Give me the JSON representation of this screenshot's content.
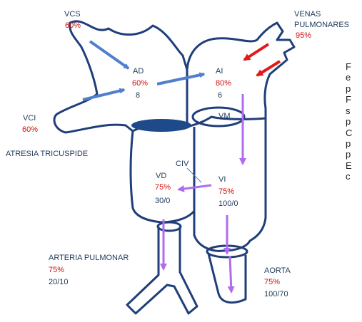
{
  "colors": {
    "outline": "#1f3e7a",
    "blue_arrow": "#4f7fce",
    "red_arrow": "#e01a1a",
    "purple_arrow": "#b06cf0",
    "text": "#1f3a5a",
    "saturation": "#d01010"
  },
  "labels": {
    "vcs": "VCS",
    "vcs_sat": "60%",
    "venas_line1": "VENAS",
    "venas_line2": "PULMONARES",
    "venas_sat": "95%",
    "ad": "AD",
    "ad_sat": "60%",
    "ad_pressure": "8",
    "ai": "AI",
    "ai_sat": "80%",
    "ai_pressure": "6",
    "vci": "VCI",
    "vci_sat": "60%",
    "atresia": "ATRESIA TRICUSPIDE",
    "vm": "VM",
    "civ": "CIV",
    "vd": "VD",
    "vd_sat": "75%",
    "vd_pressure": "30/0",
    "vi": "VI",
    "vi_sat": "75%",
    "vi_pressure": "100/0",
    "arteria": "ARTERIA PULMONAR",
    "arteria_sat": "75%",
    "arteria_pressure": "20/10",
    "aorta": "AORTA",
    "aorta_sat": "75%",
    "aorta_pressure": "100/70"
  },
  "side_text": [
    "F",
    "e",
    "p",
    "F",
    "s",
    "p",
    "C",
    "p",
    "p",
    "E",
    "c"
  ]
}
